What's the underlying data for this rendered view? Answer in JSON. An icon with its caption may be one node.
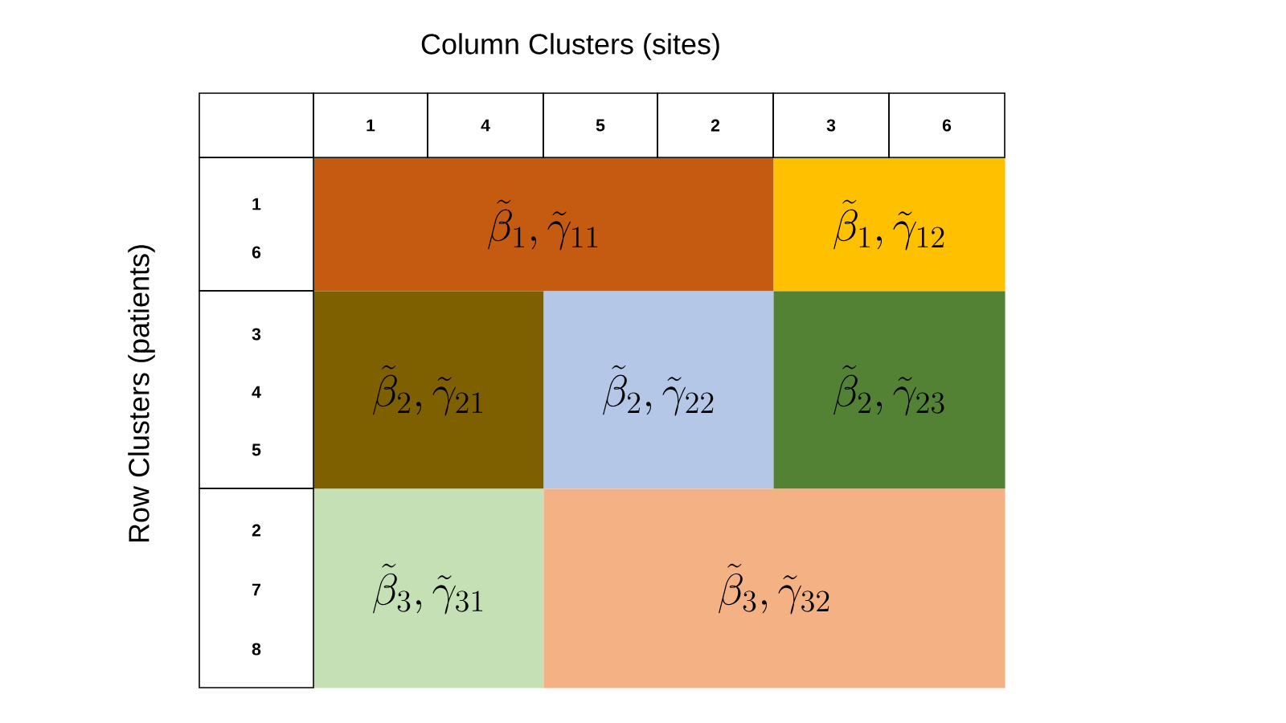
{
  "diagram": {
    "title": "Column Clusters (sites)",
    "nodes": [
      {
        "text": [
          "\\tilde{\\beta}_1,\\tilde{\\gamma}_{11}"
        ]
      },
      {
        "text": [
          "\\tilde{\\beta}_1,\\tilde{\\gamma}_{12}"
        ]
      },
      {
        "text": [
          "\\tilde{\\beta}_2,\\tilde{\\gamma}_{21}"
        ]
      },
      {
        "text": [
          "\\tilde{\\beta}_2,\\tilde{\\gamma}_{22}"
        ]
      },
      {
        "text": [
          "\\tilde{\\beta}_2,\\tilde{\\gamma}_{23}"
        ]
      },
      {
        "text": [
          "\\tilde{\\beta}_3,\\tilde{\\gamma}_{31}"
        ]
      },
      {
        "text": [
          "\\tilde{\\beta}_3,\\tilde{\\gamma}_{32}"
        ]
      }
    ],
    "labels": [
      "Row Clusters (patients)",
      "1",
      "4",
      "5",
      "2",
      "3",
      "6",
      "1",
      "6",
      "3",
      "4",
      "5",
      "2",
      "7",
      "8"
    ]
  }
}
